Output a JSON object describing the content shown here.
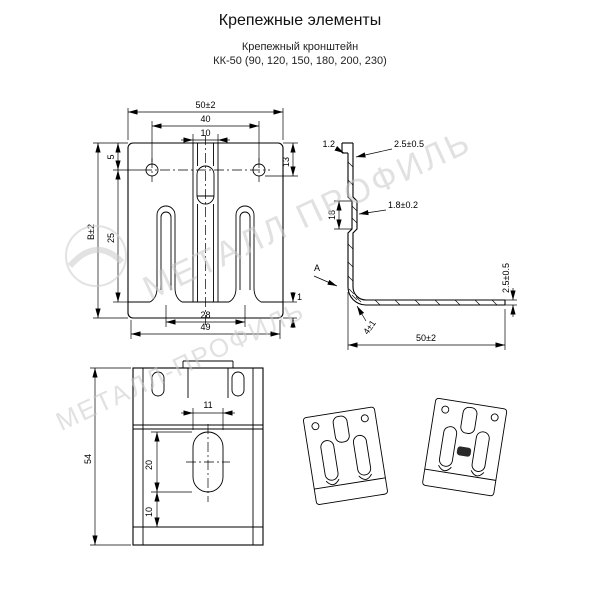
{
  "header": {
    "title": "Крепежные элементы",
    "subtitle": "Крепежный кронштейн",
    "model": "КК-50 (90, 120, 150, 180, 200, 230)"
  },
  "watermarks": {
    "primary": "МЕТАЛЛ ПРОФИЛЬ",
    "secondary": "МЕТАЛЛ-ПРОФИЛЬ"
  },
  "front_view": {
    "outer_width": "50±2",
    "hole_spacing": "40",
    "channel_width": "10",
    "hole_top_offset": "5",
    "hole_right_offset": "13",
    "mid_height": "25",
    "overall_height": "В±2",
    "flange_thickness": "1",
    "slot_spacing": "28",
    "bottom_width": "49"
  },
  "profile_view": {
    "tab_thickness": "1.2",
    "sheet_thickness": "2.5±0.5",
    "emboss_depth": "1.8±0.2",
    "emboss_height": "18",
    "view_label": "А",
    "leg_thickness": "2.5±0.5",
    "bend_angle": "4±1",
    "leg_length": "50±2"
  },
  "side_view": {
    "depth": "54",
    "slot_width": "11",
    "slot_length": "20",
    "slot_offset": "10"
  }
}
